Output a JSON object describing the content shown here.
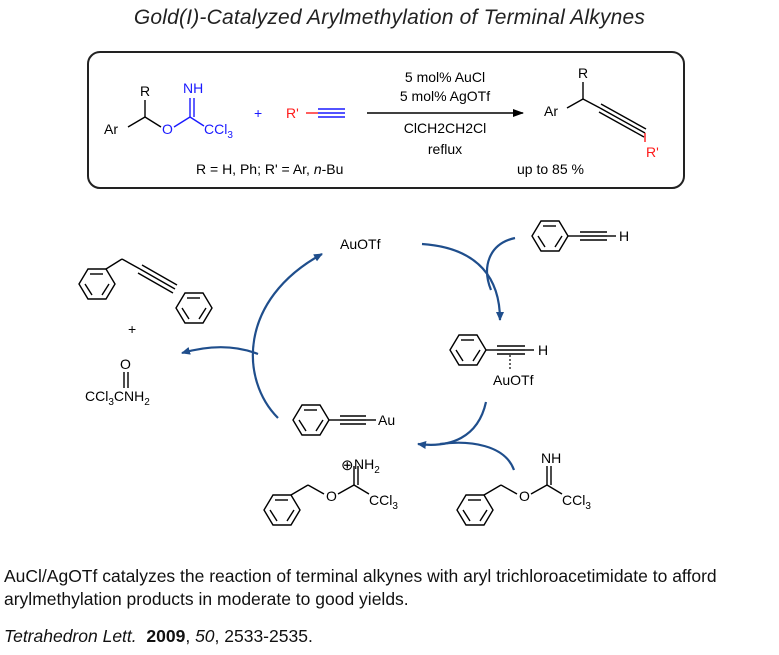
{
  "title": "Gold(I)-Catalyzed Arylmethylation of Terminal Alkynes",
  "colors": {
    "blue": "#1a1aff",
    "red": "#ff1a1a",
    "arrow": "#1f4e8c",
    "box": "#222222"
  },
  "reaction": {
    "sub_R": "R",
    "sub_Ar": "Ar",
    "sub_NH": "NH",
    "sub_O": "O",
    "sub_CCl3": "CCl",
    "sub_CCl3_sub": "3",
    "plus": "+",
    "alkyne_R": "R'",
    "cond1": "5 mol% AuCl",
    "cond2": "5 mol% AgOTf",
    "cond3": "ClCH2CH2Cl",
    "cond4": "reflux",
    "prod_R": "R",
    "prod_Ar": "Ar",
    "prod_R2": "R'",
    "scope_prefix": "R = H, Ph; R' = Ar, ",
    "scope_italic": "n",
    "scope_suffix": "-Bu",
    "yield": "up to 85 %"
  },
  "cycle": {
    "catalyst": "AuOTf",
    "phenylacetylene_H": "H",
    "complex_H": "H",
    "complex_Au": "AuOTf",
    "acetylide_Au": "Au",
    "imidate_NH": "NH",
    "imidate_O": "O",
    "imidate_CCl3": "CCl",
    "imidate_CCl3_sub": "3",
    "protonated_charge": "⊕",
    "protonated_NH2": "NH",
    "protonated_NH2_sub": "2",
    "protonated_O": "O",
    "protonated_CCl3": "CCl",
    "protonated_CCl3_sub": "3",
    "product_plus": "+",
    "amide_O": "O",
    "amide_text": "CCl",
    "amide_sub": "3",
    "amide_text2": "CNH",
    "amide_sub2": "2"
  },
  "caption": "AuCl/AgOTf catalyzes the reaction of terminal alkynes with aryl trichloroacetimidate to afford arylmethylation products in moderate to good yields.",
  "citation": {
    "journal": "Tetrahedron Lett.",
    "year": "2009",
    "volume": "50",
    "pages": ", 2533-2535."
  }
}
